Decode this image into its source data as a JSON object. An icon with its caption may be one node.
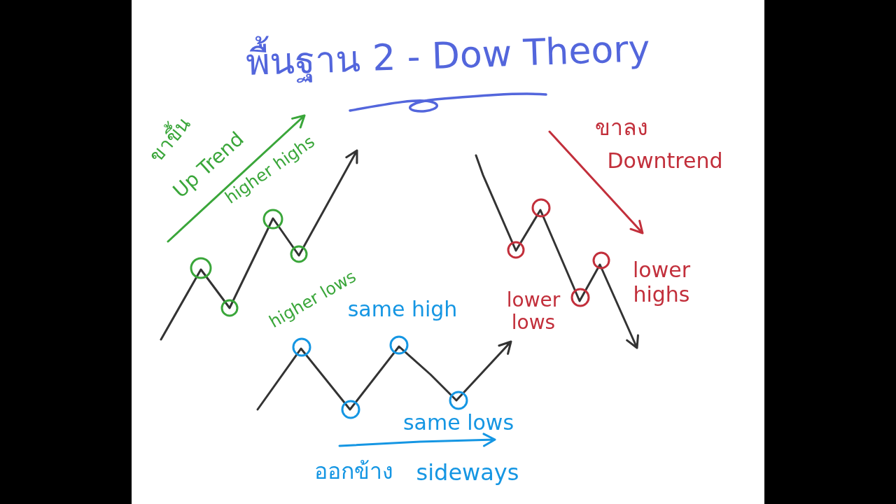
{
  "diagram": {
    "title": "พื้นฐาน 2 - Dow Theory",
    "labels": [
      "ขาขึ้น",
      "Up Trend",
      "higher highs",
      "higher lows",
      "ขาลง",
      "Downtrend",
      "lower highs",
      "lower lows",
      "same high",
      "same lows",
      "ออกข้าง",
      "sideways"
    ]
  }
}
